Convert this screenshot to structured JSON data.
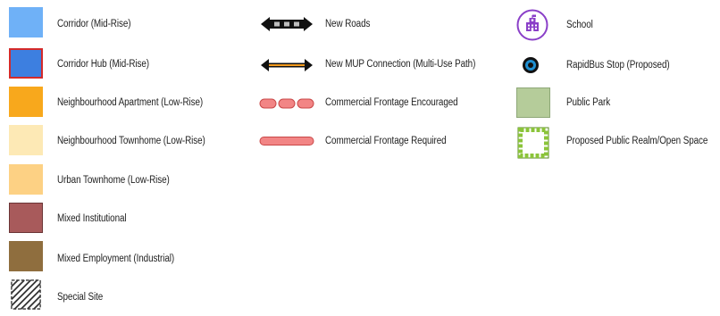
{
  "legend": {
    "col1": [
      {
        "label": "Corridor (Mid-Rise)",
        "color": "#6fb1f7"
      },
      {
        "label": "Corridor Hub (Mid-Rise)",
        "color": "#3d7fe0",
        "border": "#d42a2a"
      },
      {
        "label": "Neighbourhood Apartment (Low-Rise)",
        "color": "#f8a81c"
      },
      {
        "label": "Neighbourhood Townhome (Low-Rise)",
        "color": "#fde9b5"
      },
      {
        "label": "Urban Townhome (Low-Rise)",
        "color": "#fdd184"
      },
      {
        "label": "Mixed Institutional",
        "color": "#a85a5b"
      },
      {
        "label": "Mixed Employment (Industrial)",
        "color": "#8f6e3e"
      },
      {
        "label": "Special Site",
        "pattern": "diagonal-hatch"
      }
    ],
    "col2": [
      {
        "label": "New Roads",
        "icon": "double-arrow-dashed"
      },
      {
        "label": "New MUP Connection (Multi-Use Path)",
        "icon": "double-arrow-orange-line",
        "color": "#f39a1e"
      },
      {
        "label": "Commercial Frontage Encouraged",
        "icon": "pill-dashed-line",
        "color": "#f28585"
      },
      {
        "label": "Commercial Frontage Required",
        "icon": "pill-solid-line",
        "color": "#f28585"
      }
    ],
    "col3": [
      {
        "label": "School",
        "icon": "school-icon",
        "color": "#8a3fc8"
      },
      {
        "label": "RapidBus Stop (Proposed)",
        "icon": "bus-stop-icon",
        "color": "#1f8fd1"
      },
      {
        "label": "Public Park",
        "color": "#b5cc9a"
      },
      {
        "label": "Proposed Public Realm/Open Space",
        "color": "#8bc43a"
      }
    ]
  }
}
